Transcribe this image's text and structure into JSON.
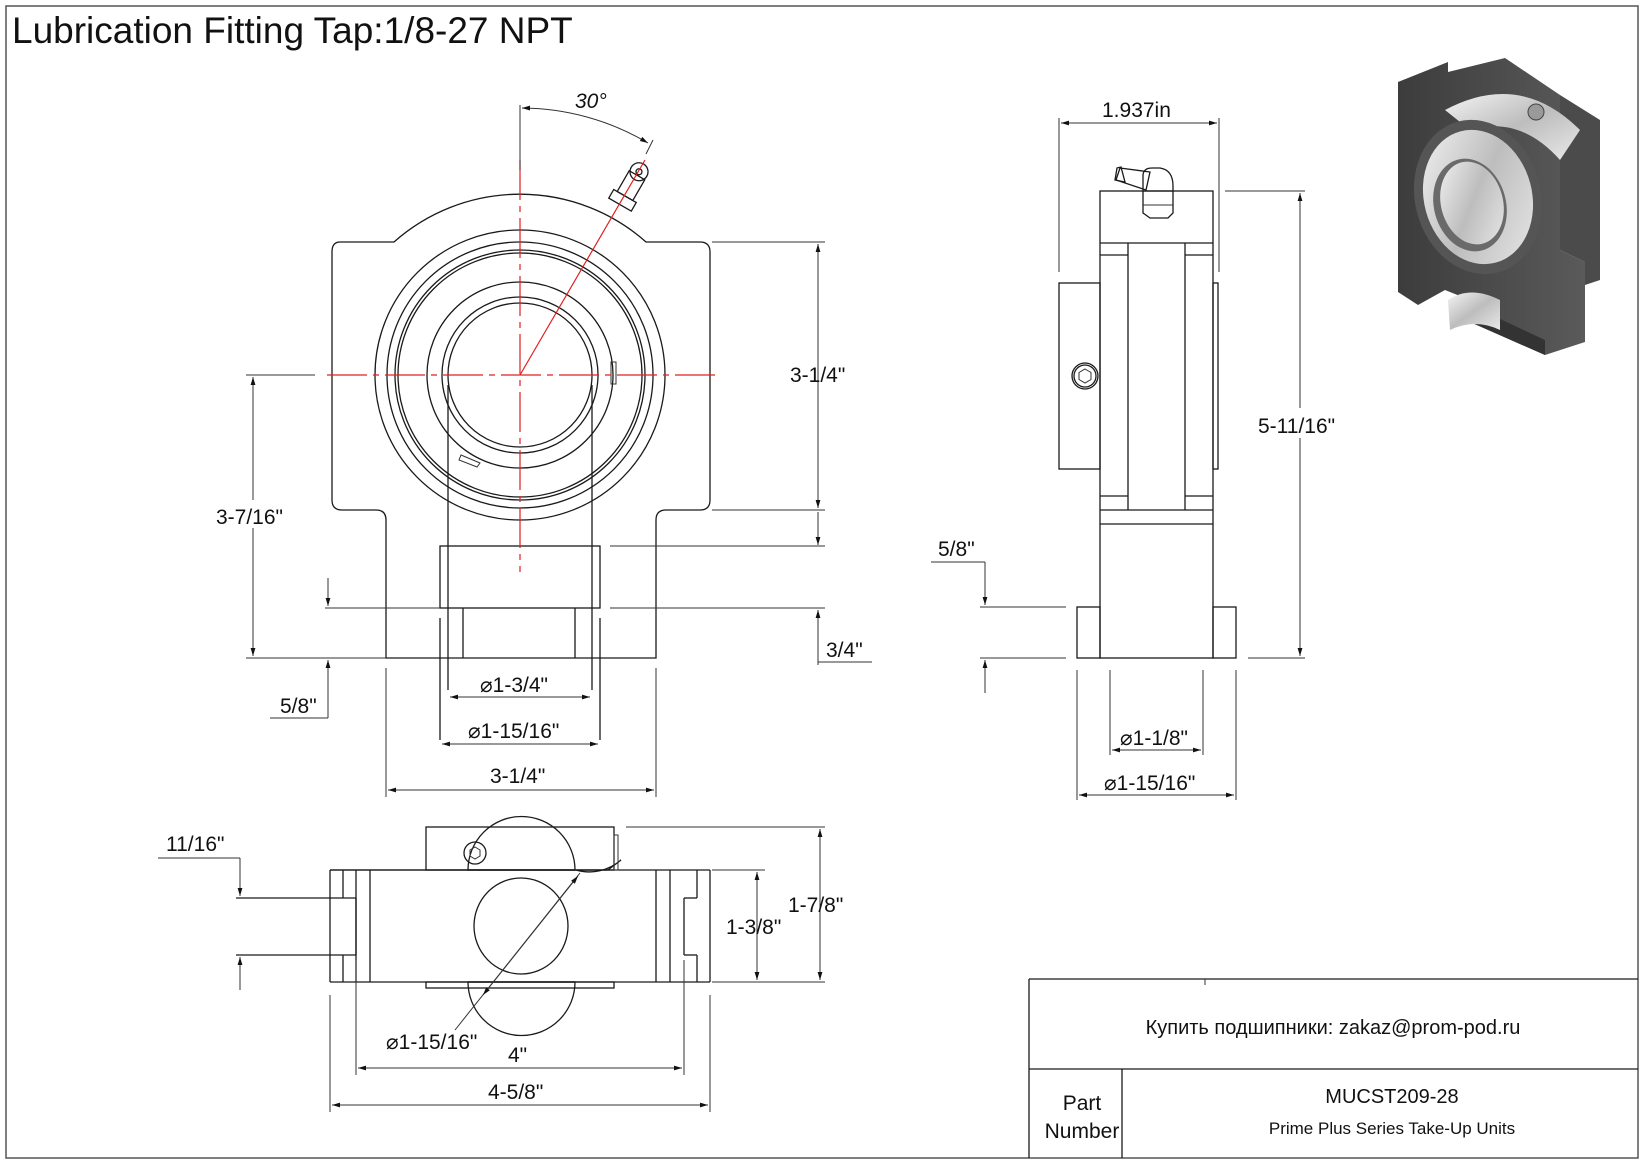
{
  "title": "Lubrication Fitting Tap:1/8-27 NPT",
  "front_view": {
    "angle": "30°",
    "height_upper": "3-1/4\"",
    "height_center": "3-7/16\"",
    "base_offset_left": "5/8\"",
    "base_offset_right": "3/4\"",
    "bore_inner": "1-3/4\"",
    "bore_outer": "1-15/16\"",
    "width": "3-1/4\""
  },
  "side_view": {
    "width_top": "1.937in",
    "height": "5-11/16\"",
    "base_height": "5/8\"",
    "bore_inner": "1-1/8\"",
    "bore_outer": "1-15/16\""
  },
  "top_view": {
    "slot_width": "11/16\"",
    "bore": "1-15/16\"",
    "inner_height": "1-3/8\"",
    "outer_height": "1-7/8\"",
    "slot_span": "4\"",
    "overall_width": "4-5/8\""
  },
  "diameter_symbol": "⌀",
  "title_block": {
    "contact": "Купить подшипники: zakaz@prom-pod.ru",
    "part_label": "Part Number",
    "part_label_line1": "Part",
    "part_label_line2": "Number",
    "part_number": "MUCST209-28",
    "series": "Prime Plus Series Take-Up Units"
  },
  "colors": {
    "line": "#1a1a1a",
    "centerline": "#e02020",
    "body_dark": "#4a4a4a",
    "metal_light": "#d8d8d8"
  }
}
